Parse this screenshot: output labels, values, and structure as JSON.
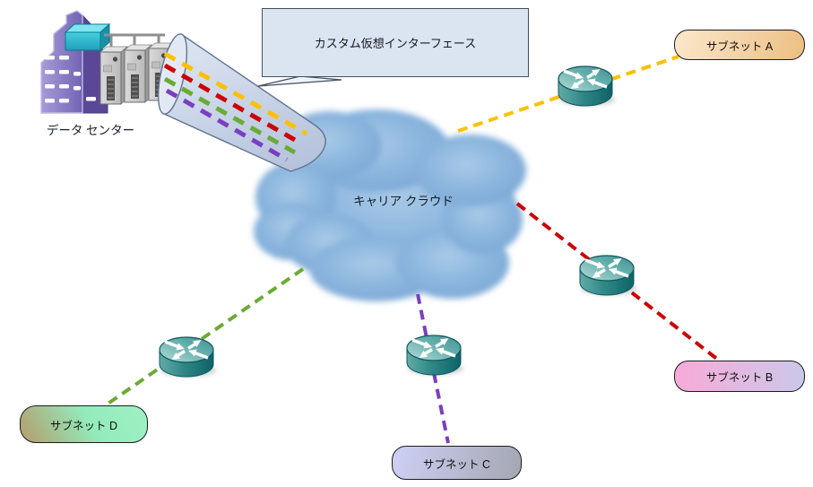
{
  "diagram": {
    "data_center": {
      "label": "データ センター",
      "icon": "building-servers-icon"
    },
    "callout": {
      "label": "カスタム仮想インターフェース"
    },
    "carrier_cloud": {
      "label": "キャリア クラウド",
      "icon": "cloud-icon",
      "fill_color": "#86b2dc"
    },
    "tunnel": {
      "icon": "tube-icon",
      "line_colors": [
        "#FFC000",
        "#CC0000",
        "#6BAB35",
        "#7B3FBE"
      ]
    },
    "router_icon": "router-icon",
    "subnets": [
      {
        "id": "A",
        "label": "サブネット A",
        "line_color": "#FFC000",
        "box_colors": [
          "#FBE8CC",
          "#EDBE82"
        ]
      },
      {
        "id": "B",
        "label": "サブネット B",
        "line_color": "#CC0000",
        "box_colors": [
          "#F9AAD8",
          "#CBC8EA"
        ]
      },
      {
        "id": "C",
        "label": "サブネット C",
        "line_color": "#7B3FBE",
        "box_colors": [
          "#CDD0F4",
          "#A4A7B2"
        ]
      },
      {
        "id": "D",
        "label": "サブネット D",
        "line_color": "#6BAB35",
        "box_colors": [
          "#B59C6C",
          "#93EBBC"
        ]
      }
    ]
  }
}
